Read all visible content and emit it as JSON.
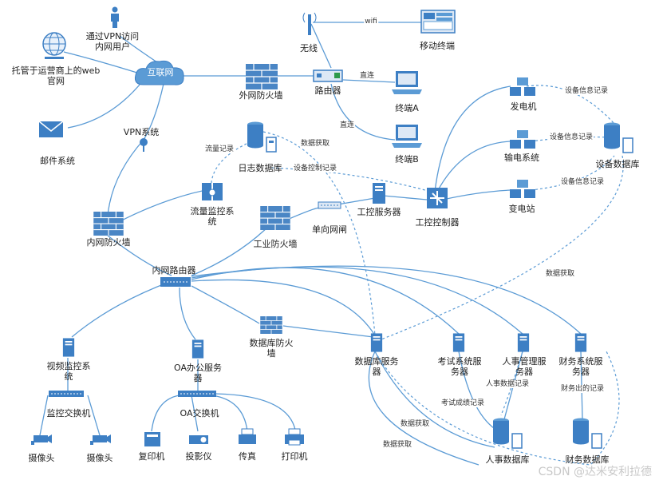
{
  "nodes": {
    "wireless": "无线",
    "mobile": "移动终端",
    "internet": "互联网",
    "vpn_user": "通过VPN访问内网用户",
    "web": "托管于运营商上的web官网",
    "mail": "邮件系统",
    "vpn_sys": "VPN系统",
    "ext_fw": "外网防火墙",
    "router": "路由器",
    "term_a": "终端A",
    "term_b": "终端B",
    "log_db": "日志数据库",
    "flow_mon": "流量监控系统",
    "intra_fw": "内网防火墙",
    "ind_fw": "工业防火墙",
    "gateway": "单向网闸",
    "ics_server": "工控服务器",
    "ics_ctrl": "工控控制器",
    "generator": "发电机",
    "transmission": "输电系统",
    "substation": "变电站",
    "device_db": "设备数据库",
    "intra_router": "内网路由器",
    "video": "视频监控系统",
    "oa_server": "OA办公服务器",
    "db_fw": "数据库防火墙",
    "db_server": "数据库服务器",
    "exam": "考试系统服务器",
    "hr": "人事管理服务器",
    "finance": "财务系统服务器",
    "mon_switch": "监控交换机",
    "oa_switch": "OA交换机",
    "cam1": "摄像头",
    "cam2": "摄像头",
    "copier": "复印机",
    "projector": "投影仪",
    "fax": "传真",
    "printer": "打印机",
    "hr_db": "人事数据库",
    "fin_db": "财务数据库"
  },
  "edge_labels": {
    "wifi": "wifi",
    "direct_a": "直连",
    "direct_b": "直连",
    "flow_rec": "流量记录",
    "data_get_1": "数据获取",
    "dev_ctrl_rec": "设备控制记录",
    "dev_info_1": "设备信息记录",
    "dev_info_2": "设备信息记录",
    "dev_info_3": "设备信息记录",
    "data_get_2": "数据获取",
    "hr_data_rec": "人事数据记录",
    "fin_out_rec": "财务出的记录",
    "exam_rec": "考试成绩记录",
    "data_get_3": "数据获取",
    "data_get_4": "数据获取"
  },
  "watermark": "CSDN @达米安利拉德",
  "colors": {
    "line": "#5b9bd5",
    "icon": "#4a86c5",
    "server": "#3d7fc4"
  }
}
